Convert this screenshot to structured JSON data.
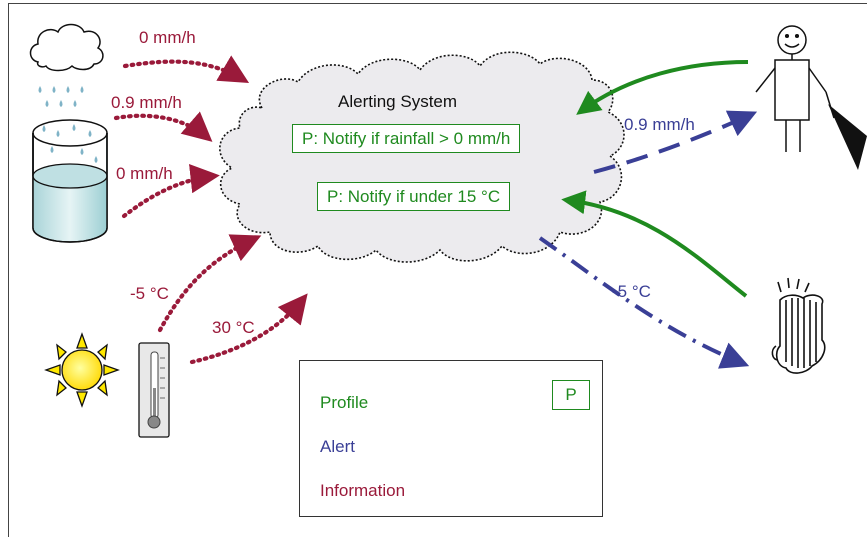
{
  "cloud": {
    "title": "Alerting System"
  },
  "profiles": [
    {
      "text": "P: Notify if rainfall > 0 mm/h"
    },
    {
      "text": "P: Notify if under 15 °C"
    }
  ],
  "information_labels": [
    "0 mm/h",
    "0.9 mm/h",
    "0 mm/h",
    "-5 °C",
    "30 °C"
  ],
  "alert_labels": [
    "0.9 mm/h",
    "-5 °C"
  ],
  "legend": {
    "profile": "Profile",
    "alert": "Alert",
    "information": "Information",
    "profile_box": "P"
  },
  "colors": {
    "information": "#9a1a3a",
    "alert": "#3a3f96",
    "profile": "#1f8a1f"
  },
  "icons": [
    "rain-cloud-icon",
    "rain-gauge-icon",
    "sun-icon",
    "thermometer-icon",
    "person-icon",
    "umbrella-icon",
    "radiator-icon"
  ]
}
